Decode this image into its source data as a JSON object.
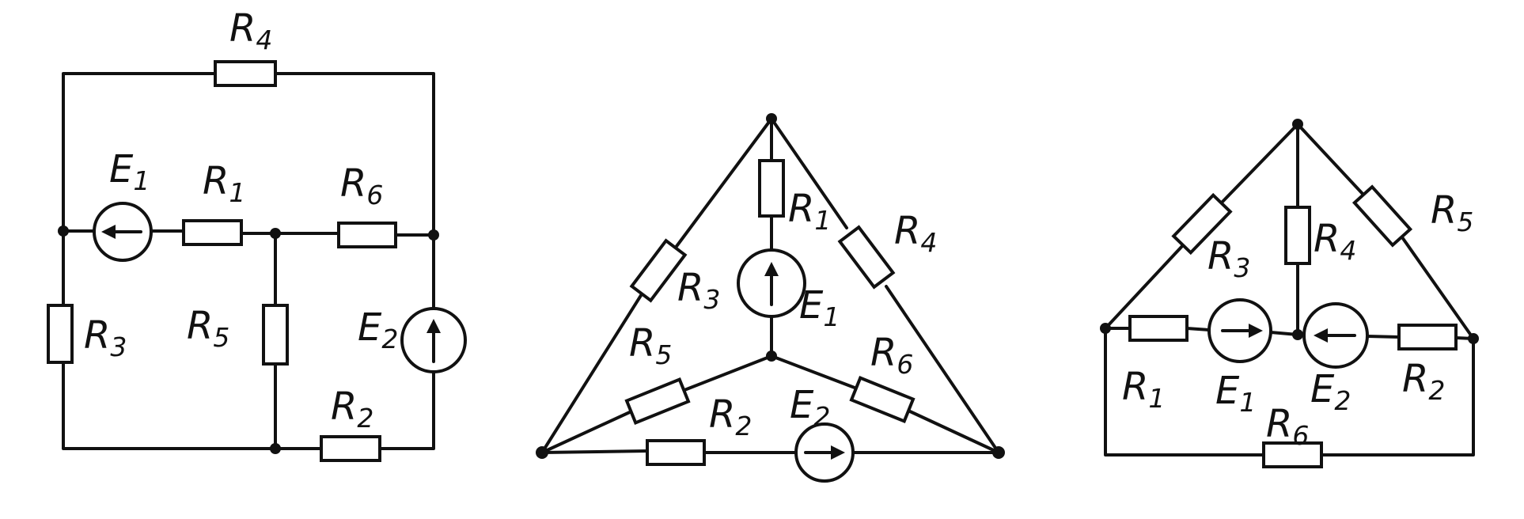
{
  "diagrams": [
    {
      "labels": {
        "R4": {
          "main": "R",
          "sub": "4"
        },
        "E1": {
          "main": "E",
          "sub": "1"
        },
        "R1": {
          "main": "R",
          "sub": "1"
        },
        "R6": {
          "main": "R",
          "sub": "6"
        },
        "R3": {
          "main": "R",
          "sub": "3"
        },
        "R5": {
          "main": "R",
          "sub": "5"
        },
        "E2": {
          "main": "E",
          "sub": "2"
        },
        "R2": {
          "main": "R",
          "sub": "2"
        }
      }
    },
    {
      "labels": {
        "R1": {
          "main": "R",
          "sub": "1"
        },
        "R4": {
          "main": "R",
          "sub": "4"
        },
        "R3": {
          "main": "R",
          "sub": "3"
        },
        "E1": {
          "main": "E",
          "sub": "1"
        },
        "R5": {
          "main": "R",
          "sub": "5"
        },
        "R6": {
          "main": "R",
          "sub": "6"
        },
        "R2": {
          "main": "R",
          "sub": "2"
        },
        "E2": {
          "main": "E",
          "sub": "2"
        }
      }
    },
    {
      "labels": {
        "R3": {
          "main": "R",
          "sub": "3"
        },
        "R4": {
          "main": "R",
          "sub": "4"
        },
        "R5": {
          "main": "R",
          "sub": "5"
        },
        "R1": {
          "main": "R",
          "sub": "1"
        },
        "E1": {
          "main": "E",
          "sub": "1"
        },
        "E2": {
          "main": "E",
          "sub": "2"
        },
        "R2": {
          "main": "R",
          "sub": "2"
        },
        "R6": {
          "main": "R",
          "sub": "6"
        }
      }
    }
  ]
}
